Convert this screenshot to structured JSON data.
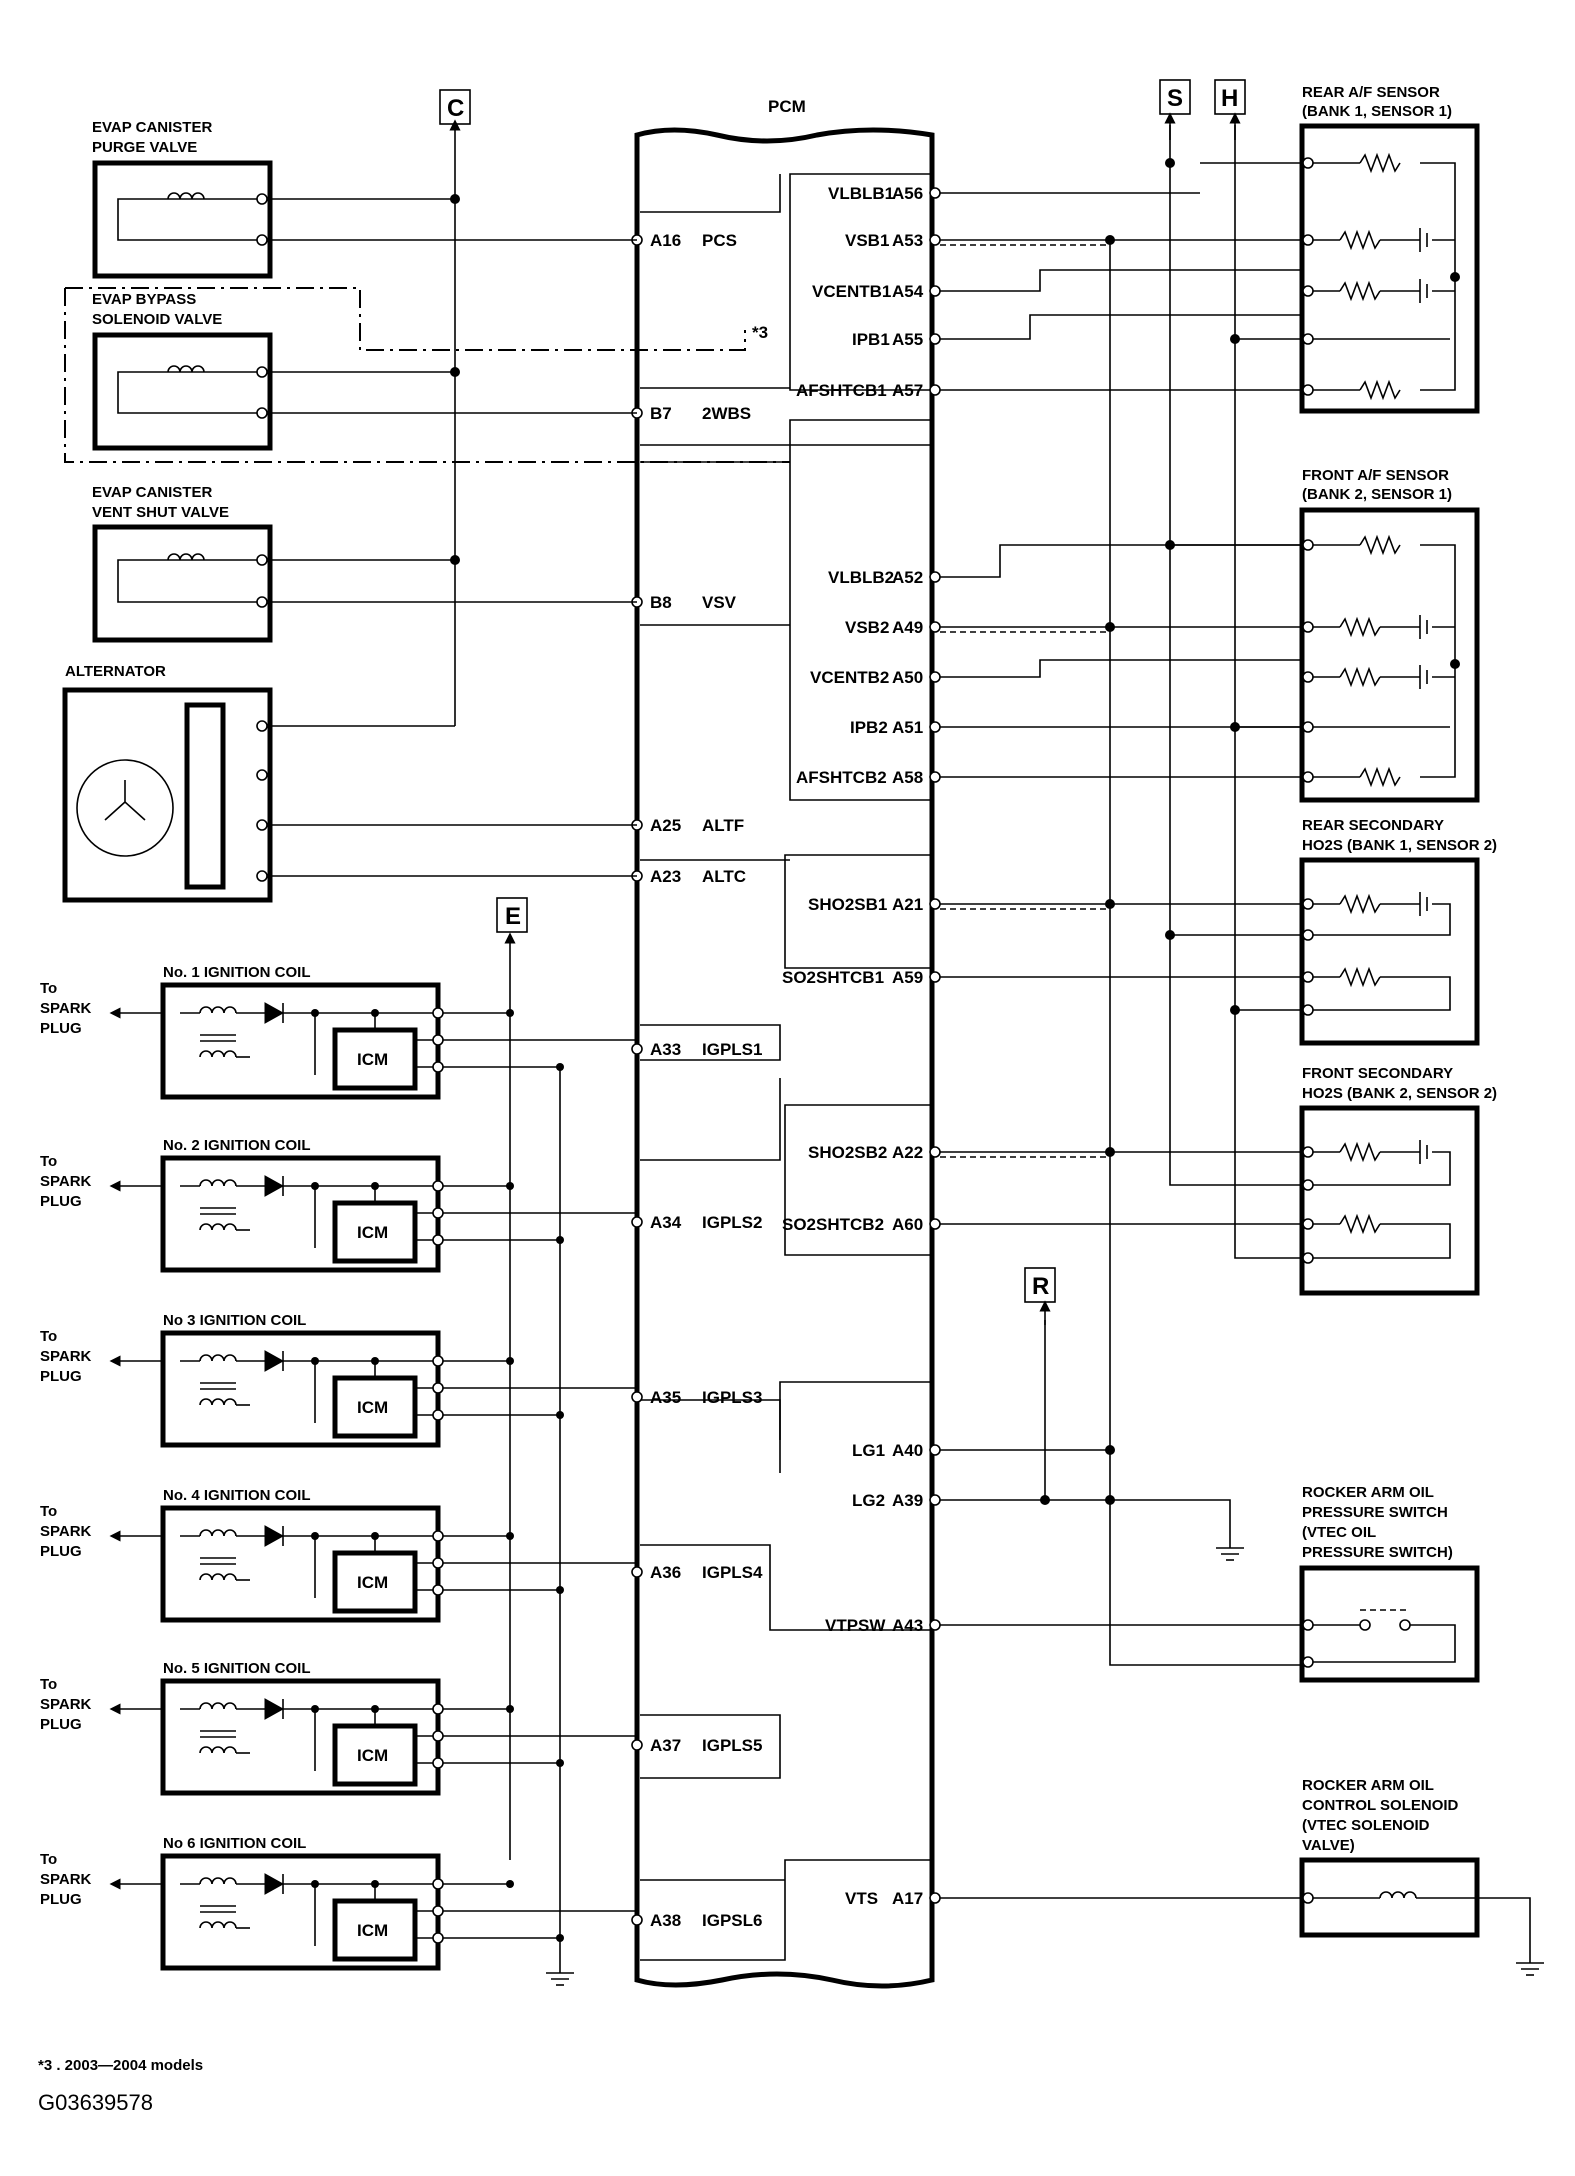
{
  "pcm": {
    "title": "PCM",
    "left_pins": [
      {
        "num": "A16",
        "sig": "PCS"
      },
      {
        "num": "B7",
        "sig": "2WBS"
      },
      {
        "num": "B8",
        "sig": "VSV"
      },
      {
        "num": "A25",
        "sig": "ALTF"
      },
      {
        "num": "A23",
        "sig": "ALTC"
      },
      {
        "num": "A33",
        "sig": "IGPLS1"
      },
      {
        "num": "A34",
        "sig": "IGPLS2"
      },
      {
        "num": "A35",
        "sig": "IGPLS3"
      },
      {
        "num": "A36",
        "sig": "IGPLS4"
      },
      {
        "num": "A37",
        "sig": "IGPLS5"
      },
      {
        "num": "A38",
        "sig": "IGPSL6"
      }
    ],
    "right_pins": [
      {
        "sig": "VLBLB1",
        "num": "A56"
      },
      {
        "sig": "VSB1",
        "num": "A53"
      },
      {
        "sig": "VCENTB1",
        "num": "A54"
      },
      {
        "sig": "IPB1",
        "num": "A55"
      },
      {
        "sig": "AFSHTCB1",
        "num": "A57"
      },
      {
        "sig": "VLBLB2",
        "num": "A52"
      },
      {
        "sig": "VSB2",
        "num": "A49"
      },
      {
        "sig": "VCENTB2",
        "num": "A50"
      },
      {
        "sig": "IPB2",
        "num": "A51"
      },
      {
        "sig": "AFSHTCB2",
        "num": "A58"
      },
      {
        "sig": "SHO2SB1",
        "num": "A21"
      },
      {
        "sig": "SO2SHTCB1",
        "num": "A59"
      },
      {
        "sig": "SHO2SB2",
        "num": "A22"
      },
      {
        "sig": "SO2SHTCB2",
        "num": "A60"
      },
      {
        "sig": "LG1",
        "num": "A40"
      },
      {
        "sig": "LG2",
        "num": "A39"
      },
      {
        "sig": "VTPSW",
        "num": "A43"
      },
      {
        "sig": "VTS",
        "num": "A17"
      }
    ],
    "note_marker": "*3"
  },
  "connectors": {
    "c": "C",
    "e": "E",
    "s": "S",
    "h": "H",
    "r": "R"
  },
  "components": {
    "purge": [
      "EVAP CANISTER",
      "PURGE VALVE"
    ],
    "bypass": [
      "EVAP BYPASS",
      "SOLENOID VALVE"
    ],
    "vent": [
      "EVAP CANISTER",
      "VENT SHUT VALVE"
    ],
    "alternator": "ALTERNATOR",
    "rear_af": [
      "REAR A/F SENSOR",
      "(BANK 1, SENSOR 1)"
    ],
    "front_af": [
      "FRONT A/F SENSOR",
      "(BANK 2, SENSOR 1)"
    ],
    "rear_sec": [
      "REAR SECONDARY",
      "HO2S (BANK 1, SENSOR 2)"
    ],
    "front_sec": [
      "FRONT SECONDARY",
      "HO2S (BANK 2, SENSOR 2)"
    ],
    "oil_switch": [
      "ROCKER ARM OIL",
      "PRESSURE SWITCH",
      "(VTEC OIL",
      "PRESSURE SWITCH)"
    ],
    "oil_solenoid": [
      "ROCKER ARM OIL",
      "CONTROL SOLENOID",
      "(VTEC SOLENOID",
      "VALVE)"
    ]
  },
  "coils": [
    {
      "label": "No. 1 IGNITION COIL",
      "icm": "ICM",
      "to": [
        "To",
        "SPARK",
        "PLUG"
      ]
    },
    {
      "label": "No. 2 IGNITION COIL",
      "icm": "ICM",
      "to": [
        "To",
        "SPARK",
        "PLUG"
      ]
    },
    {
      "label": "No 3 IGNITION COIL",
      "icm": "ICM",
      "to": [
        "To",
        "SPARK",
        "PLUG"
      ]
    },
    {
      "label": "No. 4 IGNITION COIL",
      "icm": "ICM",
      "to": [
        "To",
        "SPARK",
        "PLUG"
      ]
    },
    {
      "label": "No. 5 IGNITION COIL",
      "icm": "ICM",
      "to": [
        "To",
        "SPARK",
        "PLUG"
      ]
    },
    {
      "label": "No 6 IGNITION COIL",
      "icm": "ICM",
      "to": [
        "To",
        "SPARK",
        "PLUG"
      ]
    }
  ],
  "footnote": "*3 . 2003—2004 models",
  "image_code": "G03639578"
}
